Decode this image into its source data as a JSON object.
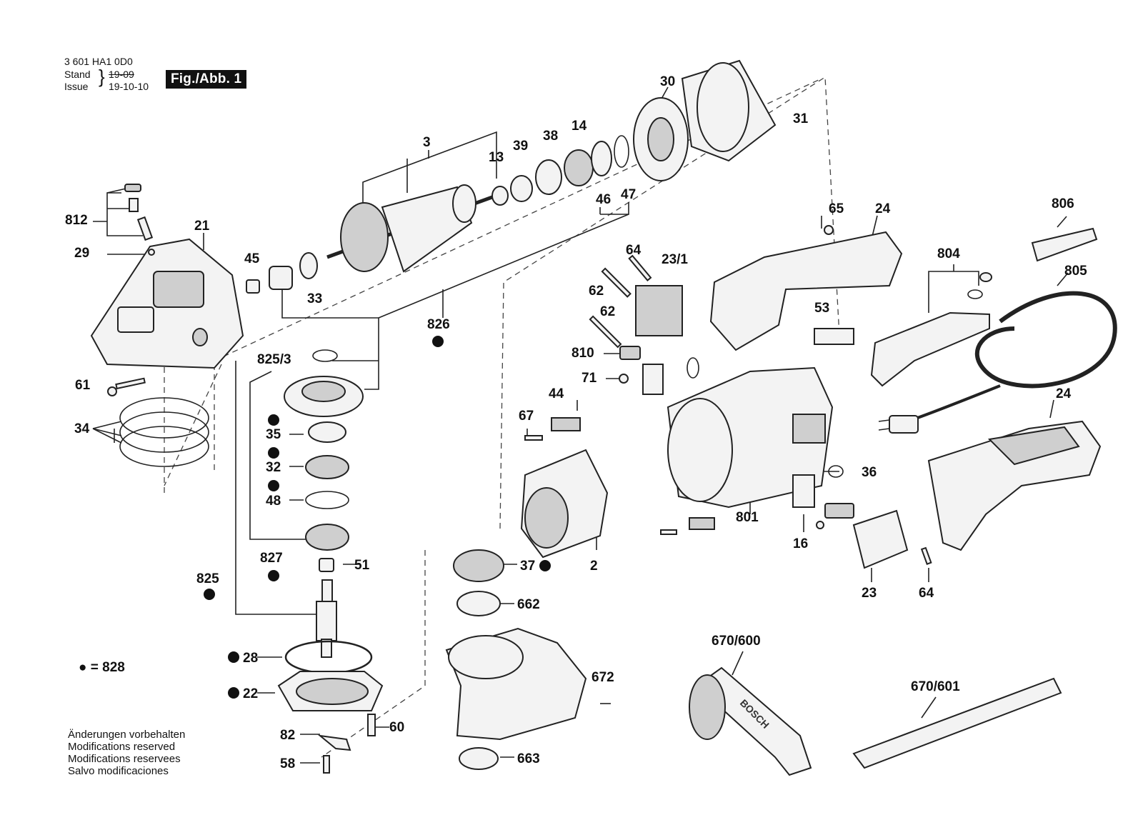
{
  "header": {
    "part_number": "3 601 HA1 0D0",
    "stand_label": "Stand",
    "issue_label": "Issue",
    "stand_date": "19-09",
    "issue_date": "19-10-10",
    "figure_label": "Fig./Abb. 1"
  },
  "legend": {
    "symbol": "●",
    "text": "= 828"
  },
  "notes": [
    "Änderungen vorbehalten",
    "Modifications reserved",
    "Modifications reservees",
    "Salvo modificaciones"
  ],
  "labels": {
    "l3": "3",
    "l13": "13",
    "l39": "39",
    "l38": "38",
    "l14": "14",
    "l30": "30",
    "l31": "31",
    "l46": "46",
    "l47": "47",
    "l812": "812",
    "l21": "21",
    "l29": "29",
    "l45": "45",
    "l33": "33",
    "l826": "826",
    "l825_3": "825/3",
    "l61": "61",
    "l34": "34",
    "l35": "35",
    "l32": "32",
    "l48": "48",
    "l827": "827",
    "l51": "51",
    "l825": "825",
    "l28": "28",
    "l22": "22",
    "l60": "60",
    "l82": "82",
    "l58": "58",
    "l37": "37",
    "l662": "662",
    "l672": "672",
    "l663": "663",
    "l65": "65",
    "l24a": "24",
    "l64a": "64",
    "l23_1": "23/1",
    "l62a": "62",
    "l62b": "62",
    "l810": "810",
    "l71": "71",
    "l44": "44",
    "l67": "67",
    "l2": "2",
    "l801": "801",
    "l53": "53",
    "l36": "36",
    "l16": "16",
    "l806": "806",
    "l804": "804",
    "l805": "805",
    "l24b": "24",
    "l23": "23",
    "l64b": "64",
    "l670_600": "670/600",
    "l670_601": "670/601"
  },
  "brand_text": "BOSCH"
}
